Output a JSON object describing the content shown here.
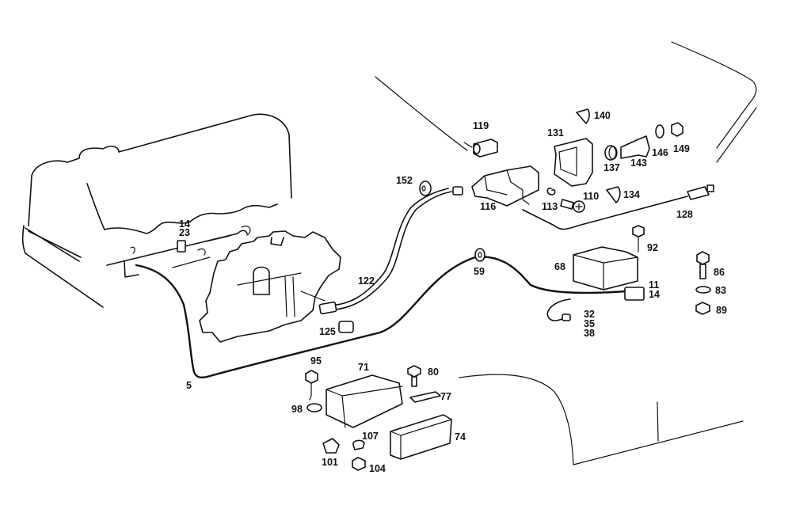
{
  "diagram": {
    "type": "exploded parts diagram",
    "subject": "engine compartment wiring / cable assembly",
    "line_color": "#111111",
    "background": "#ffffff"
  },
  "labels": {
    "p5": "5",
    "p14a": "14",
    "p23": "23",
    "p59": "59",
    "p68": "68",
    "p71": "71",
    "p74": "74",
    "p77": "77",
    "p80": "80",
    "p83": "83",
    "p86": "86",
    "p89": "89",
    "p92": "92",
    "p95": "95",
    "p98": "98",
    "p101": "101",
    "p104": "104",
    "p107": "107",
    "p110": "110",
    "p113": "113",
    "p116": "116",
    "p119": "119",
    "p122": "122",
    "p125": "125",
    "p128": "128",
    "p131": "131",
    "p134": "134",
    "p137": "137",
    "p140": "140",
    "p143": "143",
    "p146": "146",
    "p149": "149",
    "p152": "152",
    "p11": "11",
    "p14b": "14",
    "p32": "32",
    "p35": "35",
    "p38": "38"
  }
}
